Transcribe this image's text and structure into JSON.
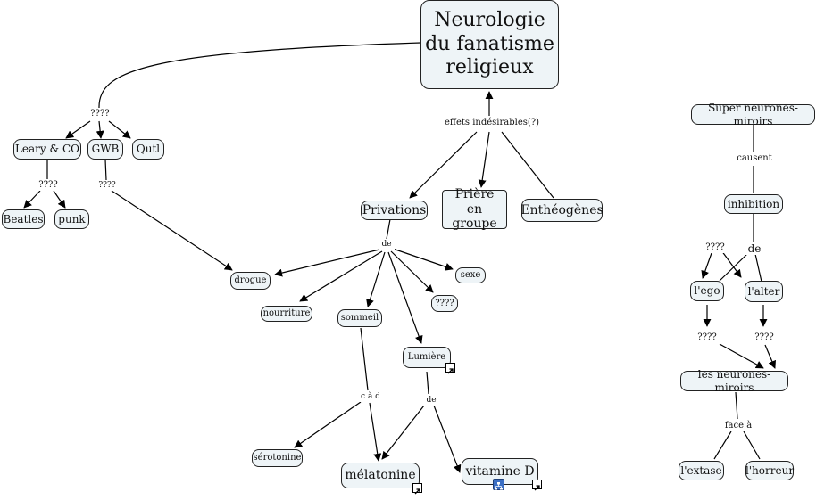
{
  "nodes": {
    "root": "Neurologie\ndu fanatisme\nreligieux",
    "leary": "Leary & CO",
    "gwb": "GWB",
    "qutl": "Qutl",
    "beatles": "Beatles",
    "punk": "punk",
    "privations": "Privations",
    "priere": "Prière\nen groupe",
    "entheogenes": "Enthéogènes",
    "drogue": "drogue",
    "nourriture": "nourriture",
    "sommeil": "sommeil",
    "sexe": "sexe",
    "q_privations": "????",
    "lumiere": "Lumière",
    "serotonine": "sérotonine",
    "melatonine": "mélatonine",
    "vitamine_d": "vitamine D",
    "super_neurones": "Super neurones-miroirs",
    "inhibition": "inhibition",
    "ego": "l'ego",
    "alter": "l'alter",
    "neurones_miroirs": "les neurones-miroirs",
    "extase": "l'extase",
    "horreur": "l'horreur"
  },
  "links": {
    "q_root": "????",
    "q_leary": "????",
    "q_gwb": "????",
    "effets": "effets indésirables(?)",
    "de_privations": "de",
    "cad": "c à d",
    "de_lumiere": "de",
    "causent": "causent",
    "q_inhib": "????",
    "de_inhib": "de",
    "q_ego": "????",
    "q_alter": "????",
    "face_a": "face à"
  },
  "icons": {
    "shortcut": "shortcut-arrow-icon",
    "submap": "concept-map-icon"
  }
}
